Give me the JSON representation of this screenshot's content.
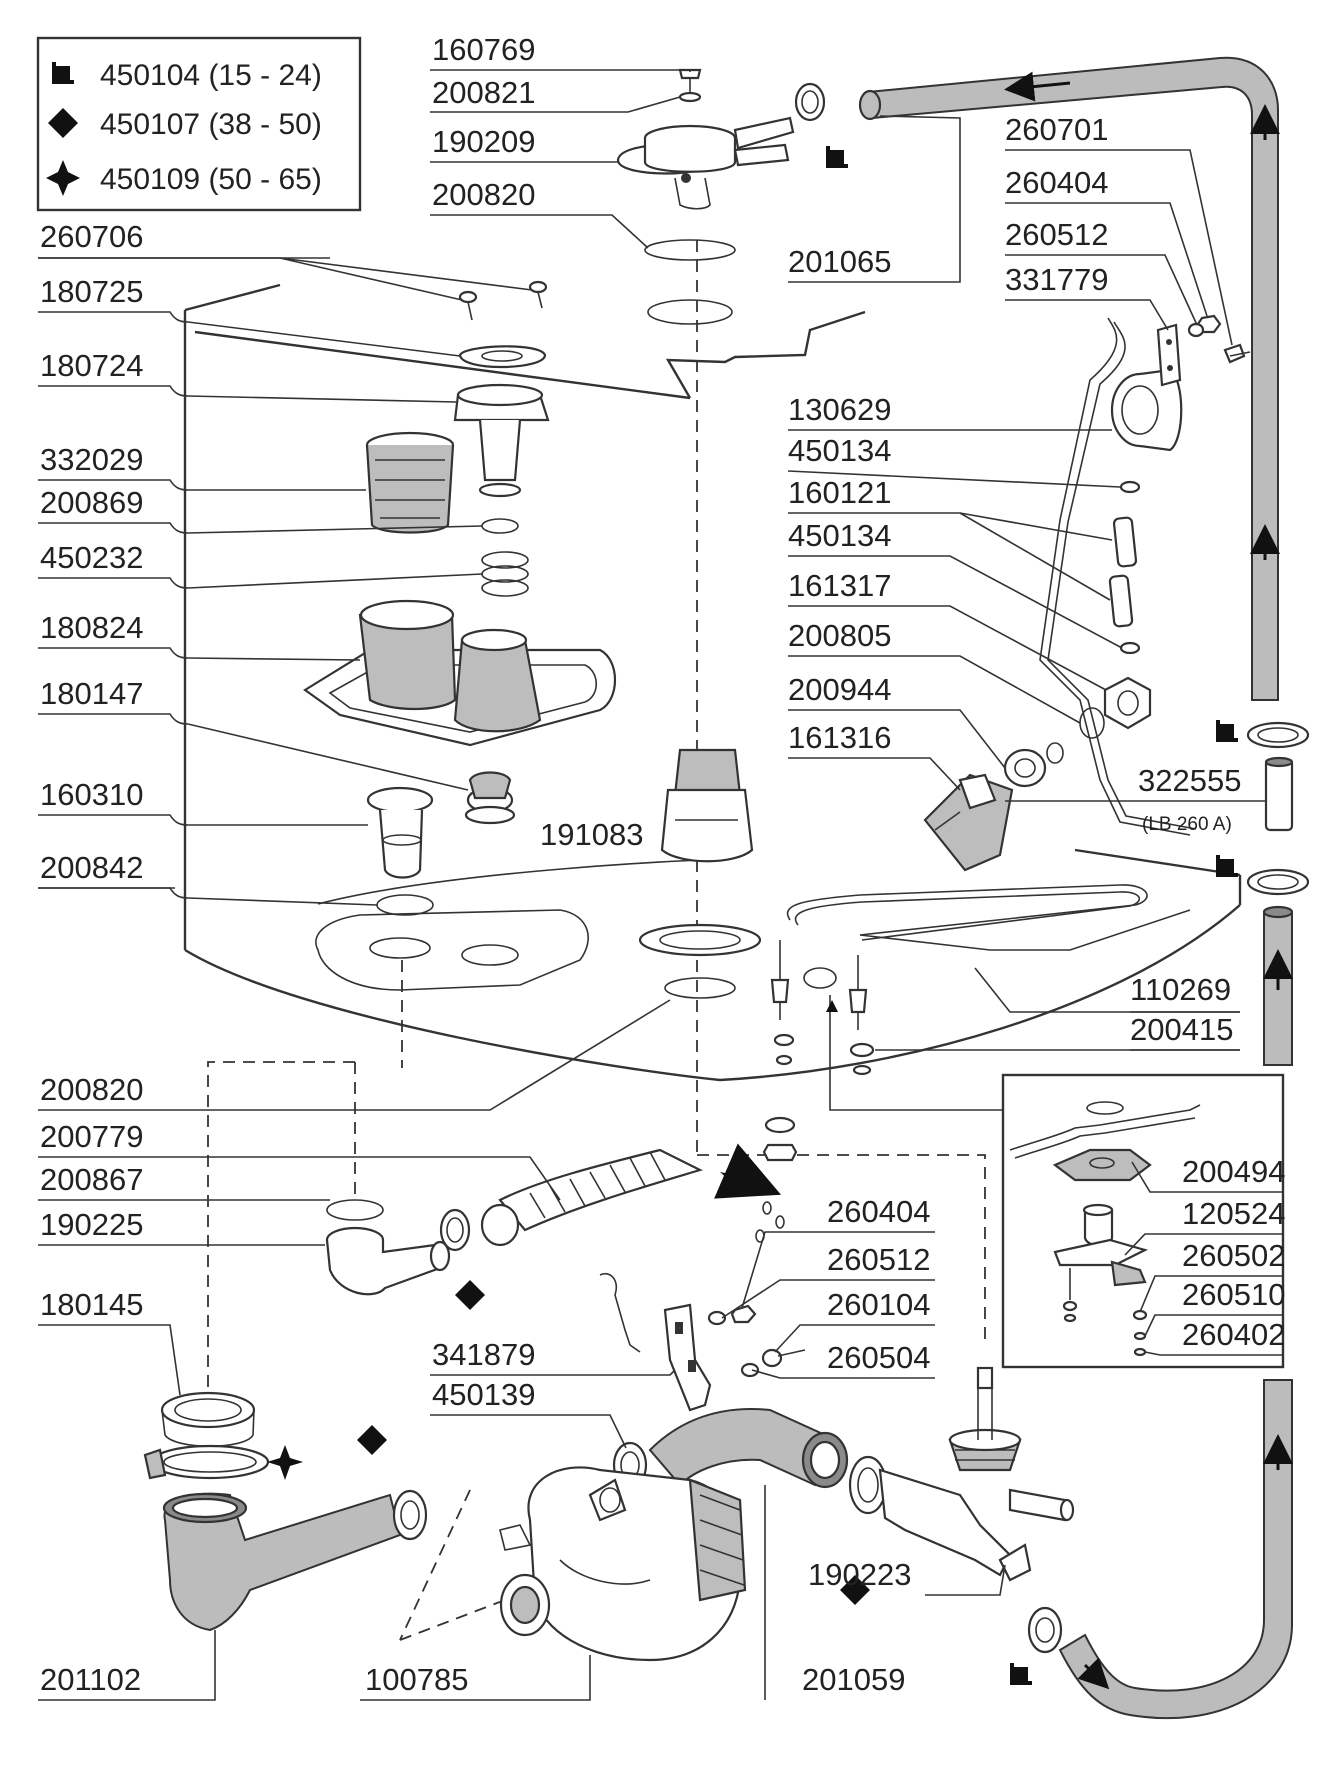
{
  "legend": {
    "items": [
      {
        "symbol": "square",
        "text": "450104 (15 - 24)"
      },
      {
        "symbol": "diamond",
        "text": "450107 (38 - 50)"
      },
      {
        "symbol": "star",
        "text": "450109 (50 - 65)"
      }
    ]
  },
  "part_numbers": {
    "p160769": "160769",
    "p200821": "200821",
    "p190209": "190209",
    "p200820_top": "200820",
    "p260706": "260706",
    "p180725": "180725",
    "p180724": "180724",
    "p332029": "332029",
    "p200869": "200869",
    "p450232": "450232",
    "p180824": "180824",
    "p180147": "180147",
    "p160310": "160310",
    "p200842": "200842",
    "p201065": "201065",
    "p260701": "260701",
    "p260404_top": "260404",
    "p260512_top": "260512",
    "p331779": "331779",
    "p130629": "130629",
    "p450134_a": "450134",
    "p160121": "160121",
    "p450134_b": "450134",
    "p161317": "161317",
    "p200805": "200805",
    "p200944": "200944",
    "p161316": "161316",
    "p191083": "191083",
    "p322555": "322555",
    "p322555_note": "(LB 260 A)",
    "p110269": "110269",
    "p200415": "200415",
    "p200820_bottom": "200820",
    "p200779": "200779",
    "p200867": "200867",
    "p190225": "190225",
    "p180145": "180145",
    "p201102": "201102",
    "p100785": "100785",
    "p201059": "201059",
    "p260404_bottom": "260404",
    "p260512_bottom": "260512",
    "p260104": "260104",
    "p260504": "260504",
    "p341879": "341879",
    "p450139": "450139",
    "p190223": "190223",
    "p200494": "200494",
    "p120524": "120524",
    "p260502": "260502",
    "p260510": "260510",
    "p260402": "260402"
  },
  "colors": {
    "line": "#333333",
    "hose_fill": "#bcbcbc",
    "dark_fill": "#8a8a8a"
  }
}
